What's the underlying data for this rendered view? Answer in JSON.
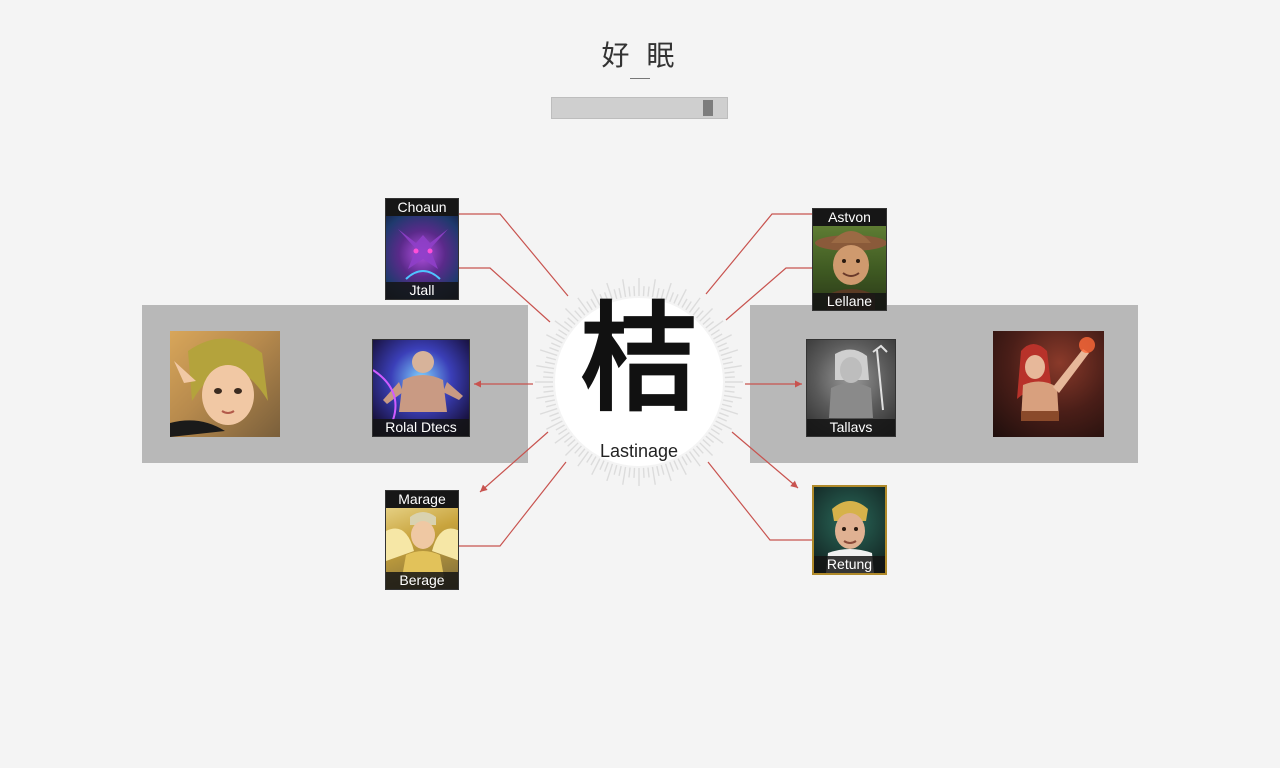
{
  "header": {
    "title": "好 眠",
    "progress_fraction": 0.93
  },
  "hub": {
    "glyph": "桔",
    "label": "Lastinage"
  },
  "nodes": {
    "top_left": {
      "top_label": "Choaun",
      "bottom_label": "Jtall"
    },
    "mid_left": {
      "bottom_label": "Rolal Dtecs"
    },
    "bottom_left": {
      "top_label": "Marage",
      "bottom_label": "Berage"
    },
    "top_right": {
      "top_label": "Astvon",
      "bottom_label": "Lellane"
    },
    "mid_right": {
      "bottom_label": "Tallavs"
    },
    "bottom_right": {
      "bottom_label": "Retung"
    }
  },
  "colors": {
    "link": "#c8534f",
    "band": "#b8b8b8",
    "background": "#f4f4f4"
  }
}
